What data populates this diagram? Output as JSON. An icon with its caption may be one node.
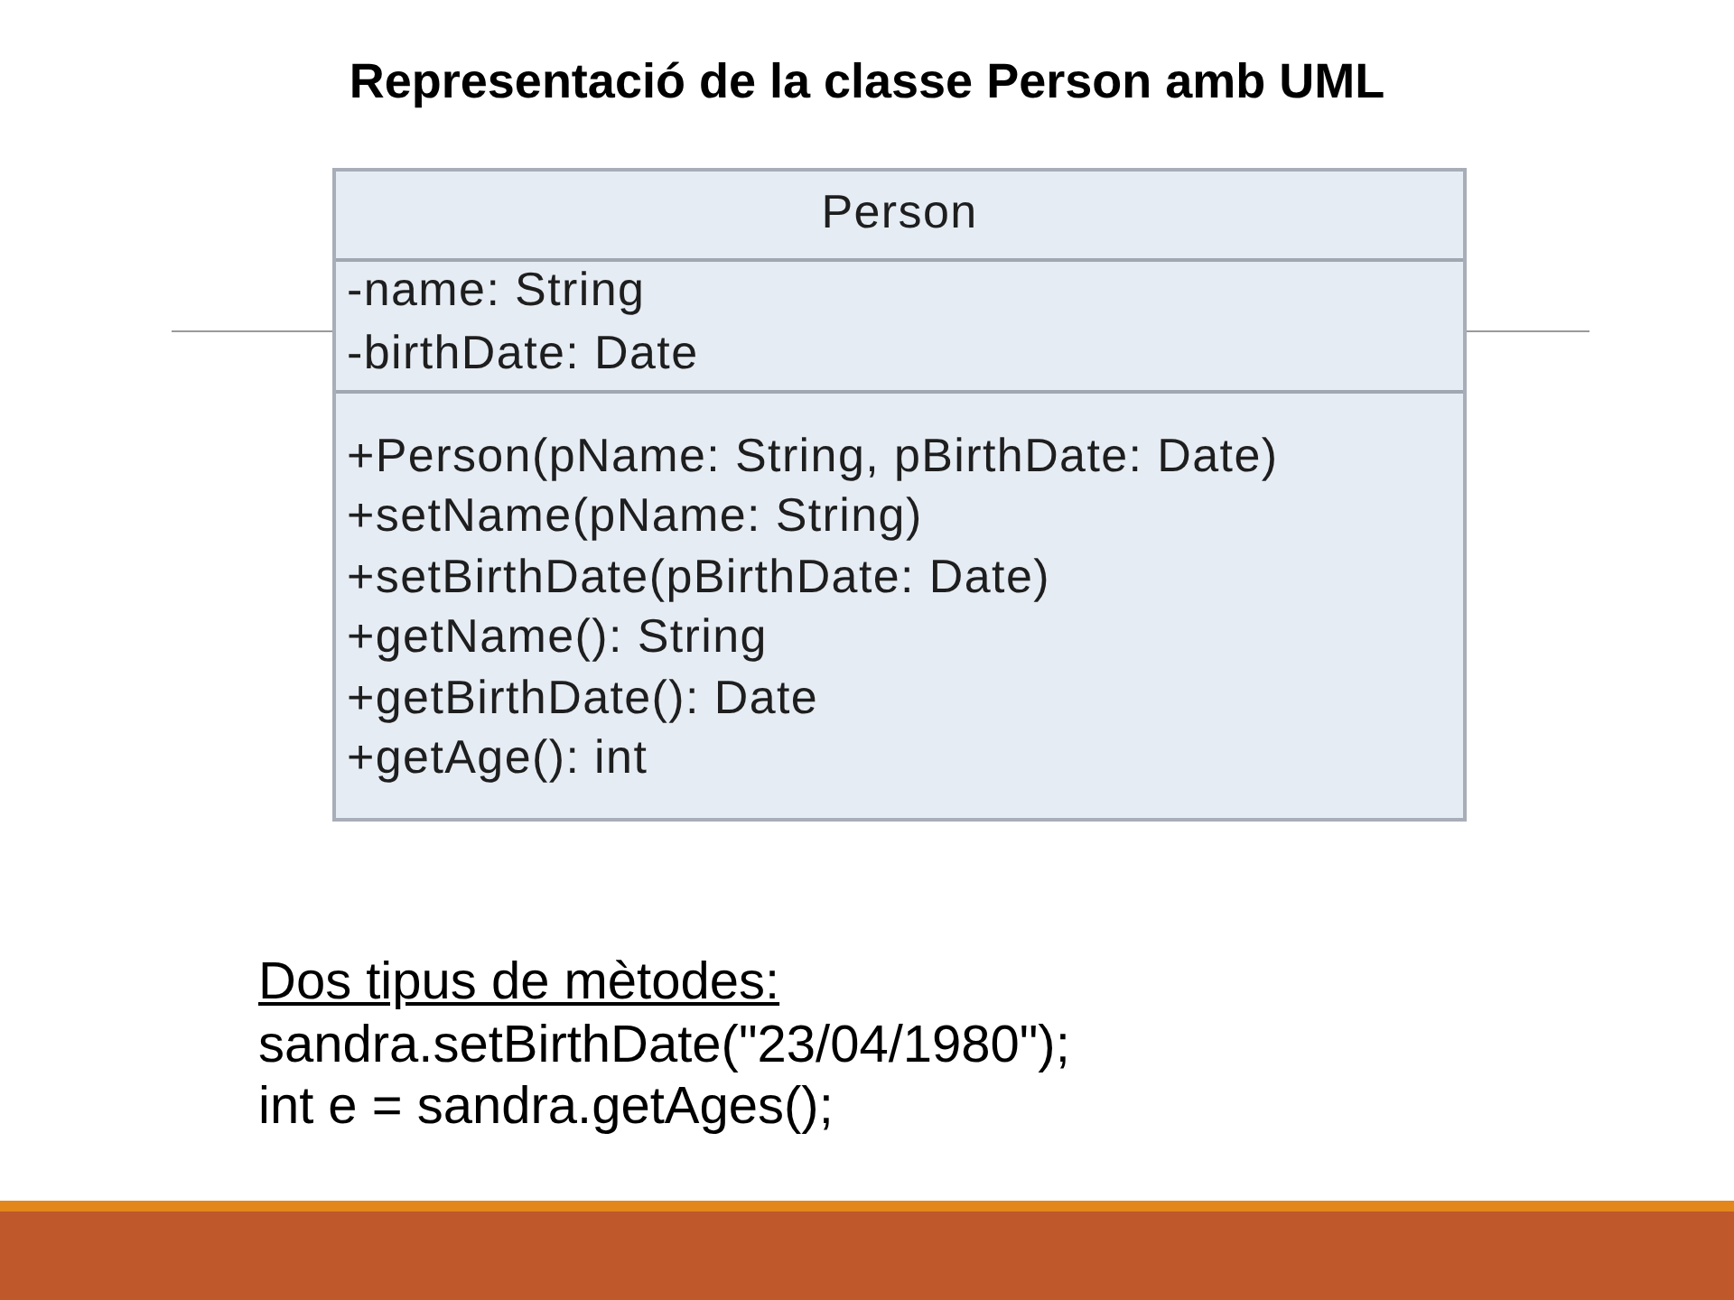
{
  "diagram": {
    "title": "Representació de la classe Person amb UML",
    "nodes": [
      {
        "text": [
          "Person",
          "-name: String",
          "-birthDate: Date",
          "+Person(pName: String, pBirthDate: Date)",
          "+setName(pName: String)",
          "+setBirthDate(pBirthDate: Date)",
          "+getName(): String",
          "+getBirthDate(): Date",
          "+getAge(): int"
        ]
      }
    ],
    "labels": [
      "Dos tipus de mètodes:",
      "sandra.setBirthDate(\"23/04/1980\");",
      "int e = sandra.getAges();"
    ]
  }
}
